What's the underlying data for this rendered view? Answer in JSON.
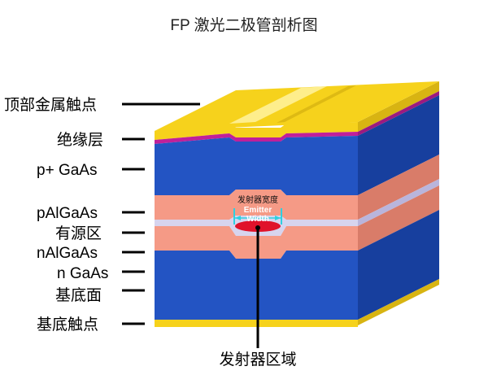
{
  "title": "FP 激光二极管剖析图",
  "labels": {
    "top_contact": "顶部金属触点",
    "insulator": "绝缘层",
    "p_gaas": "p+ GaAs",
    "p_algaas": "pAlGaAs",
    "active": "有源区",
    "n_algaas": "nAlGaAs",
    "n_gaas": "n GaAs",
    "substrate": "基底面",
    "bottom_contact": "基底触点",
    "emitter_region": "发射器区域"
  },
  "emitter_width": {
    "cn": "发射器宽度",
    "en_line1": "Emitter",
    "en_line2": "Width"
  },
  "colors": {
    "gold": "#f6d21c",
    "gold_light": "#fff3a0",
    "magenta": "#c0209a",
    "blue": "#2354c3",
    "blue_dark": "#173f9e",
    "salmon": "#f59a86",
    "salmon_dark": "#d97c69",
    "lavender": "#d7d4ee",
    "red": "#e0122a",
    "cyan": "#2fd0e0"
  }
}
